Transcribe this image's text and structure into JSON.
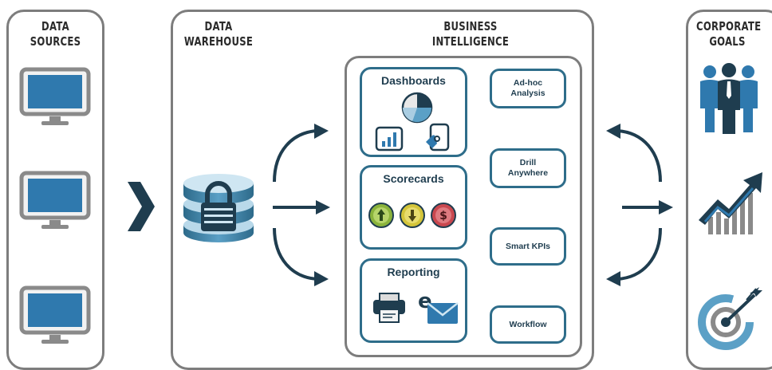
{
  "sections": {
    "data_sources": {
      "title_line1": "DATA",
      "title_line2": "SOURCES"
    },
    "data_warehouse": {
      "title_line1": "DATA",
      "title_line2": "WAREHOUSE"
    },
    "business_intelligence": {
      "title_line1": "BUSINESS",
      "title_line2": "INTELLIGENCE"
    },
    "corporate_goals": {
      "title_line1": "CORPORATE",
      "title_line2": "GOALS"
    }
  },
  "modules": {
    "dashboards": "Dashboards",
    "scorecards": "Scorecards",
    "reporting": "Reporting"
  },
  "features": {
    "adhoc_line1": "Ad-hoc",
    "adhoc_line2": "Analysis",
    "drill_line1": "Drill",
    "drill_line2": "Anywhere",
    "smart_kpis": "Smart KPIs",
    "workflow": "Workflow"
  },
  "icons": {
    "source_monitors": [
      "monitor-icon",
      "monitor-icon",
      "monitor-icon"
    ],
    "warehouse": "database-lock-icon",
    "dashboards": [
      "pie-chart-icon",
      "bar-chart-icon",
      "touch-device-icon"
    ],
    "scorecards": [
      "up-arrow-indicator-icon",
      "down-arrow-indicator-icon",
      "dollar-indicator-icon"
    ],
    "reporting": [
      "printer-icon",
      "email-icon"
    ],
    "goals": [
      "people-icon",
      "trend-up-chart-icon",
      "target-icon"
    ]
  },
  "colors": {
    "primary": "#2e6d8a",
    "screen": "#2f79ae",
    "dark": "#1f3d4f",
    "border": "#7d7d7d",
    "green": "#8ab33b",
    "yellow": "#d4c53a",
    "red": "#c9484f"
  }
}
